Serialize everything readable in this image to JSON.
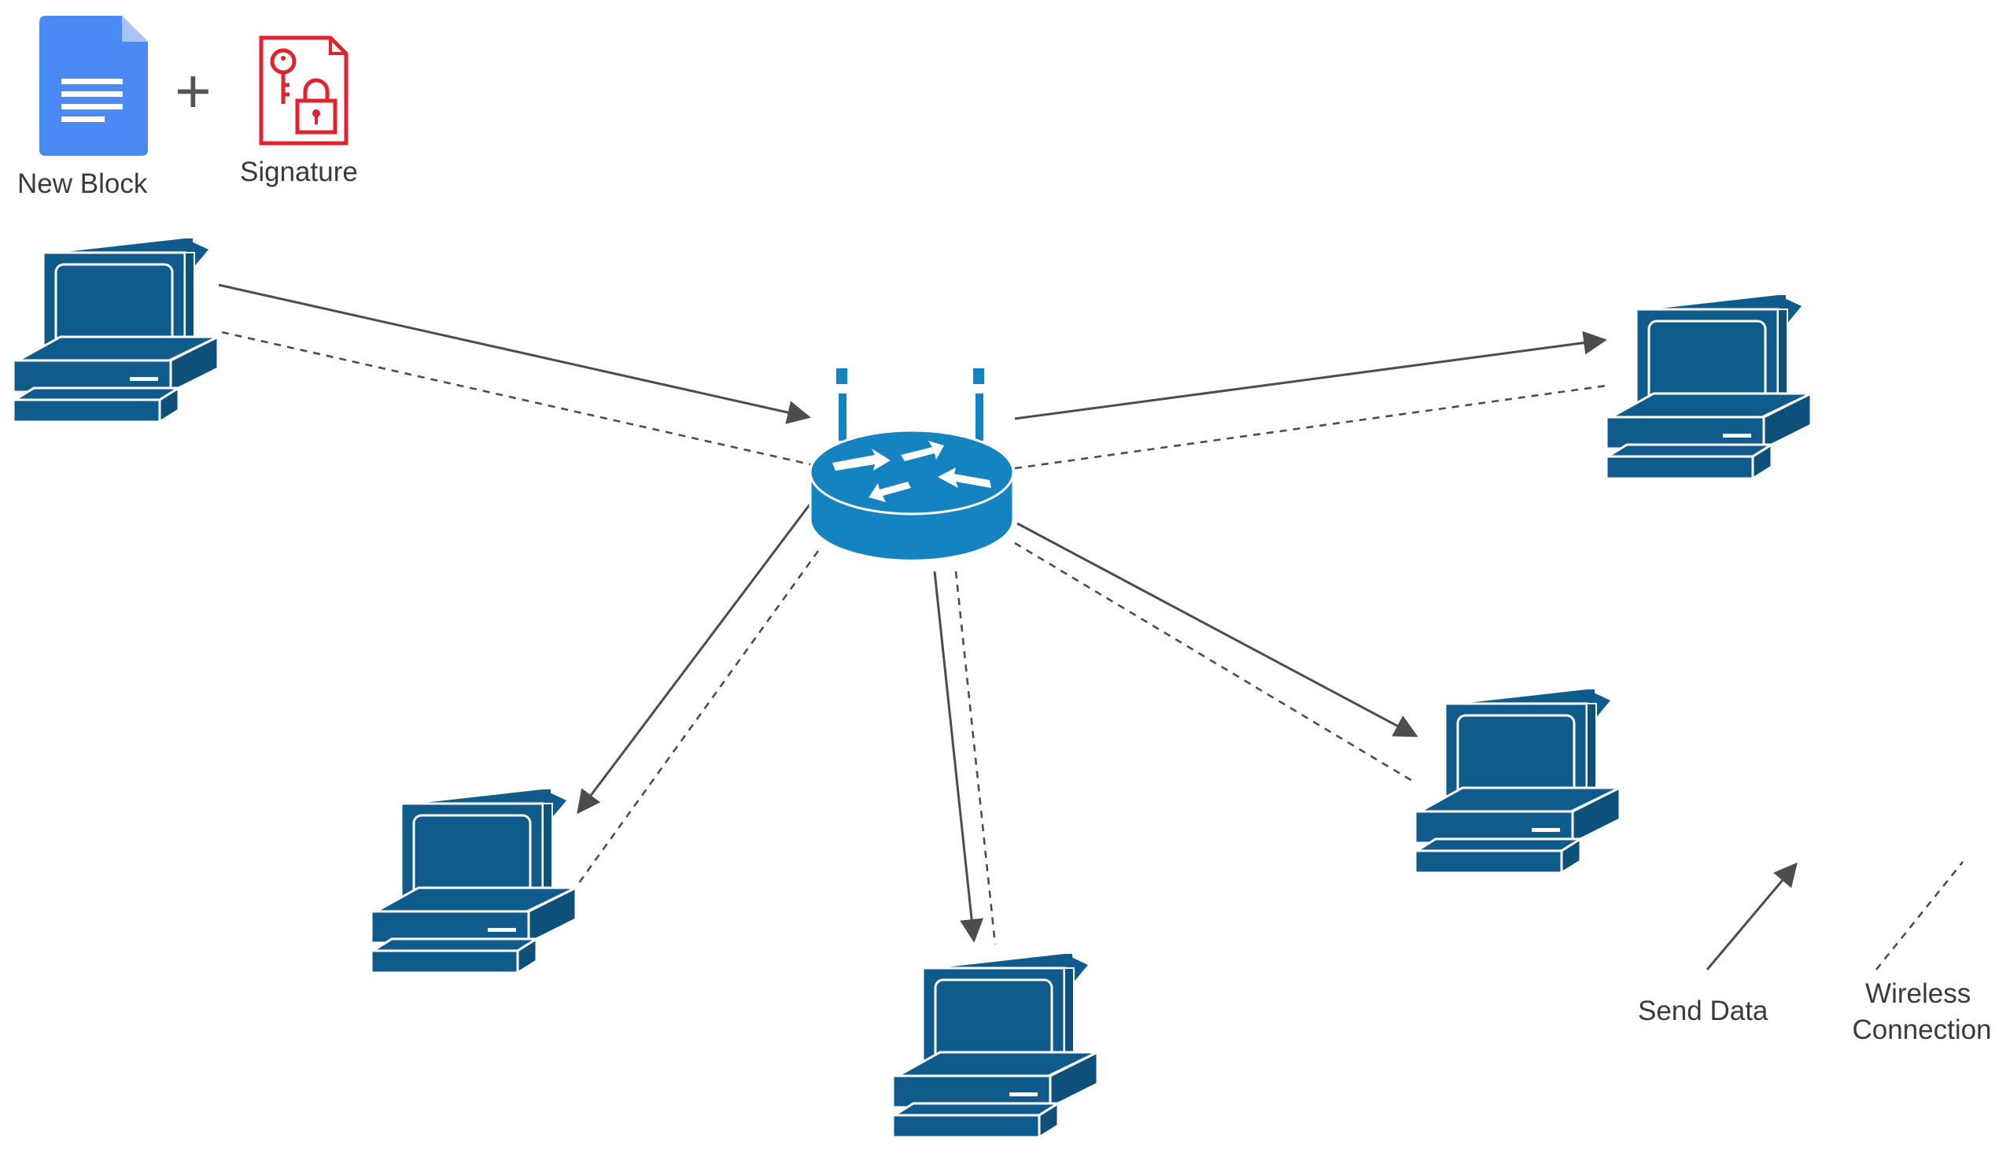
{
  "top_legend": {
    "new_block_label": "New Block",
    "plus_symbol": "+",
    "signature_label": "Signature"
  },
  "legend": {
    "send_data_label": "Send Data",
    "wireless_label_line1": "Wireless",
    "wireless_label_line2": "Connection"
  },
  "nodes": {
    "router": "wireless-router-icon",
    "computers": [
      "computer-icon",
      "computer-icon",
      "computer-icon",
      "computer-icon",
      "computer-icon"
    ]
  },
  "colors": {
    "device_blue": "#0f5c8c",
    "router_blue": "#1583c0",
    "doc_blue": "#4a8af4",
    "signature_red": "#e0232e",
    "line_gray": "#4d4d4d"
  }
}
